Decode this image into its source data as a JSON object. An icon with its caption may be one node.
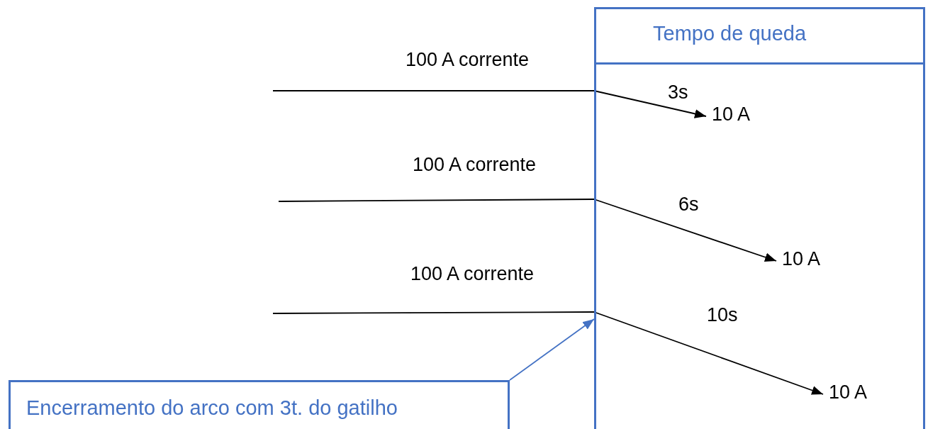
{
  "diagram": {
    "nodes": [
      {
        "text": [
          "Tempo de queda"
        ]
      },
      {
        "text": [
          "10 A"
        ],
        "in": 0
      },
      {
        "text": [
          "10 A"
        ],
        "in": 0
      },
      {
        "text": [
          "10 A"
        ],
        "in": 0
      },
      {
        "text": [
          "Encerramento do arco com 3t. do gatilho"
        ]
      }
    ],
    "edges": [
      {
        "from": null,
        "to": 0,
        "arrow": "none",
        "label": "100 A corrente"
      },
      {
        "from": 0,
        "to": 1,
        "arrow": "to",
        "label": "3s"
      },
      {
        "from": null,
        "to": 0,
        "arrow": "none",
        "label": "100 A corrente"
      },
      {
        "from": 0,
        "to": 2,
        "arrow": "to",
        "label": "6s"
      },
      {
        "from": null,
        "to": 0,
        "arrow": "none",
        "label": "100 A corrente"
      },
      {
        "from": 0,
        "to": 3,
        "arrow": "to",
        "label": "10s"
      },
      {
        "from": 4,
        "to": 0,
        "arrow": "to",
        "color": "#4472c4"
      }
    ]
  }
}
